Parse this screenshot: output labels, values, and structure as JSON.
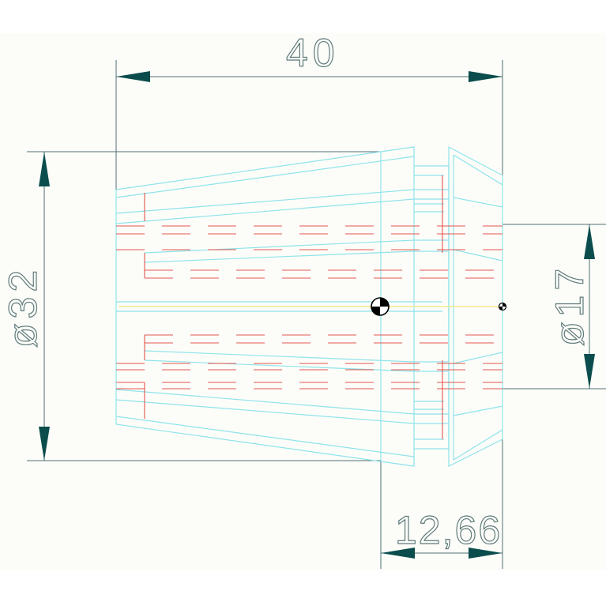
{
  "drawing": {
    "background": "#ffffff",
    "sheet_color": "#fcfdf9",
    "colors": {
      "dimension": "#4f6f73",
      "arrow": "#0b4d4d",
      "outline": "#8fe3ea",
      "hidden": "#e3554f",
      "axis": "#f2e67a"
    },
    "dimensions": {
      "length": "40",
      "outer_diameter": "ø32",
      "inner_diameter": "ø17",
      "nose_length": "12,66"
    }
  }
}
